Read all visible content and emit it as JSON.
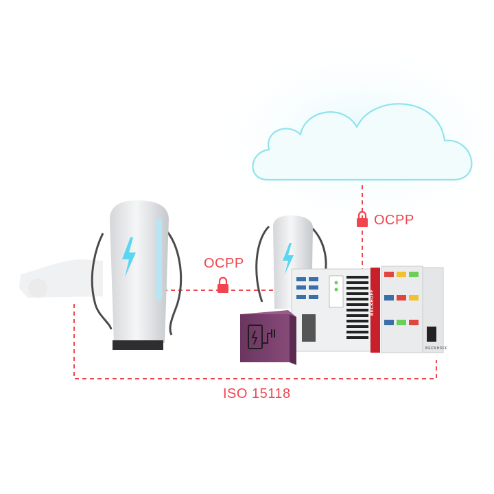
{
  "labels": {
    "ocpp_cloud": "OCPP",
    "ocpp_left": "OCPP",
    "iso": "ISO 15118"
  },
  "branding": {
    "controller": "BECKHOFF",
    "terminal": "BECKHOFF"
  },
  "colors": {
    "connection_line": "#f0454f",
    "lock": "#f0454f",
    "cloud_outline": "#8fe3ec",
    "bolt": "#5ad6f0",
    "purple_module": "#7a3f6a",
    "controller_red": "#c8202a"
  },
  "icons": [
    "cloud-icon",
    "lock-icon",
    "lightning-bolt-icon",
    "ev-charger-plug-icon",
    "car-silhouette"
  ]
}
